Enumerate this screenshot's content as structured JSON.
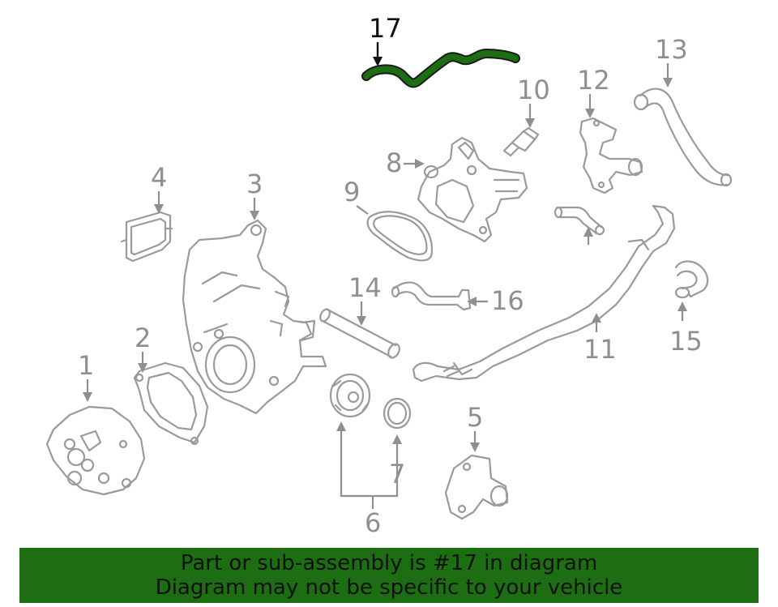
{
  "colors": {
    "highlight_part": "#1d6d12",
    "banner_bg": "#1d6d12",
    "part_stroke": "#9a9a9a",
    "callout_text": "#8f8f8f",
    "highlight_text": "#111111"
  },
  "callouts": {
    "c1": "1",
    "c2": "2",
    "c3": "3",
    "c4": "4",
    "c5": "5",
    "c6": "6",
    "c7": "7",
    "c8": "8",
    "c9": "9",
    "c10": "10",
    "c11": "11",
    "c12": "12",
    "c13": "13",
    "c14": "14",
    "c15": "15",
    "c16": "16",
    "c17": "17"
  },
  "highlighted_part": "17",
  "banner": {
    "line1": "Part or sub-assembly is #17 in diagram",
    "line2": "Diagram may not be specific to your vehicle"
  }
}
